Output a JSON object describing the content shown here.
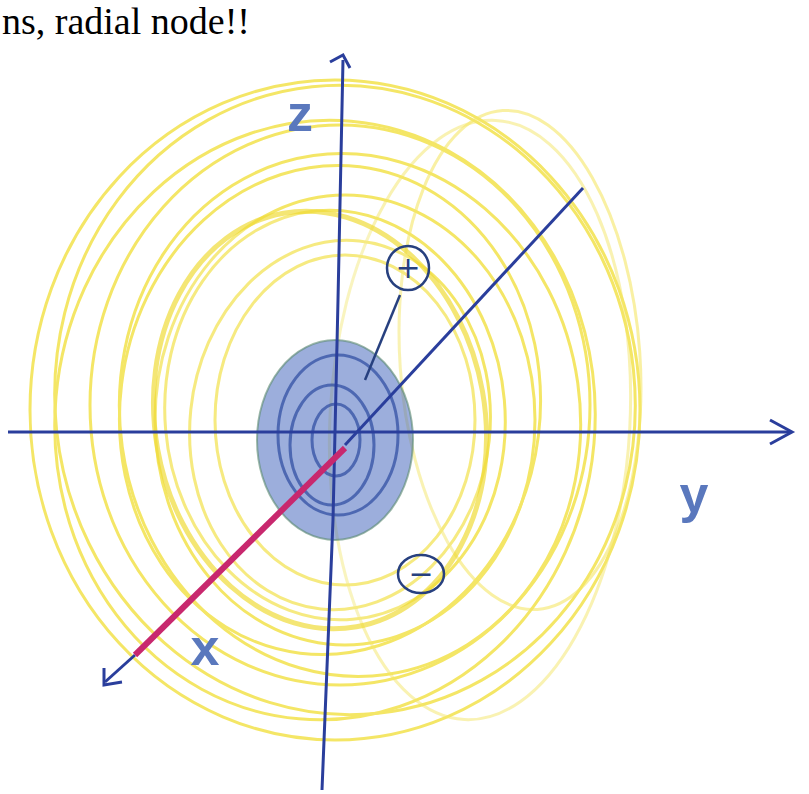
{
  "diagram": {
    "labels": [
      "ns, radial node!!",
      "z",
      "y",
      "x",
      "+",
      "−"
    ]
  }
}
